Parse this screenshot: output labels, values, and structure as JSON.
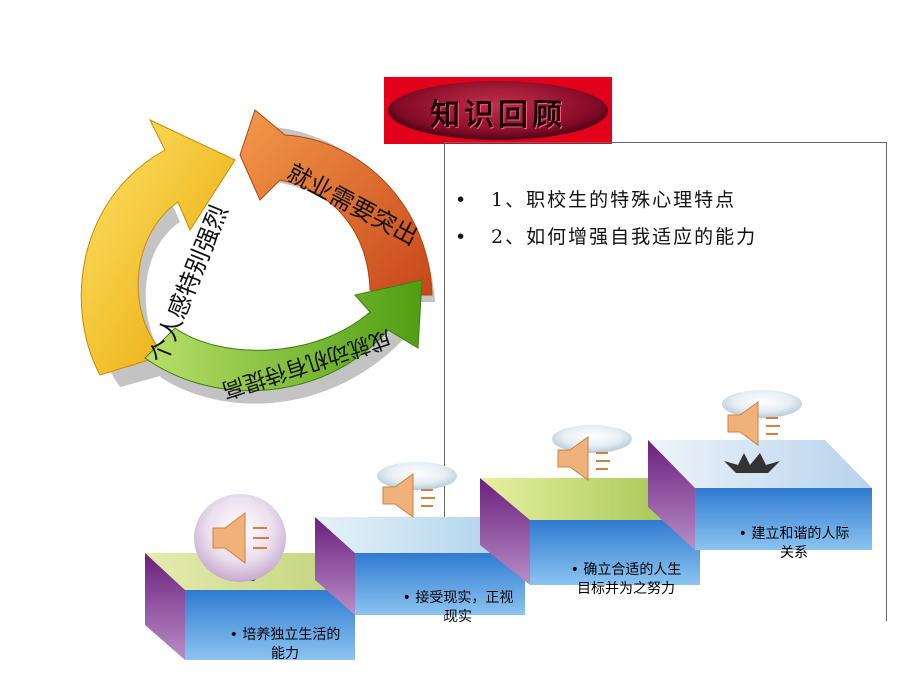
{
  "cycle": {
    "segments": [
      {
        "text": "个人感特别强烈",
        "color": "#f5c000"
      },
      {
        "text": "就业需要突出",
        "color": "#e0621a"
      },
      {
        "text": "成就动机有待提高",
        "color": "#7cc21a"
      }
    ]
  },
  "knowledge_review": {
    "title": "知识回顾",
    "items": [
      {
        "bullet": "•",
        "text": "1、职校生的特殊心理特点"
      },
      {
        "bullet": "•",
        "text": "2、如何增强自我适应的能力"
      }
    ]
  },
  "steps": [
    {
      "line1": "• 培养独立生活的",
      "line2": "能力",
      "top_color": "#d7e39a"
    },
    {
      "line1": "• 接受现实，正视",
      "line2": "现实",
      "top_color": "#c8e4f2"
    },
    {
      "line1": "• 确立合适的人生",
      "line2": "目标并为之努力",
      "top_color": "#b8d36a"
    },
    {
      "line1": "• 建立和谐的人际",
      "line2": "关系",
      "top_color": "#d9e8f4"
    }
  ],
  "icons": {
    "speaker": "speaker-icon",
    "star": "star-icon"
  },
  "colors": {
    "title_bg": "#e3001b",
    "title_ellipse": "#8d0e2b",
    "step_front": "#3a86d4",
    "step_side": "#7a2a8a"
  }
}
